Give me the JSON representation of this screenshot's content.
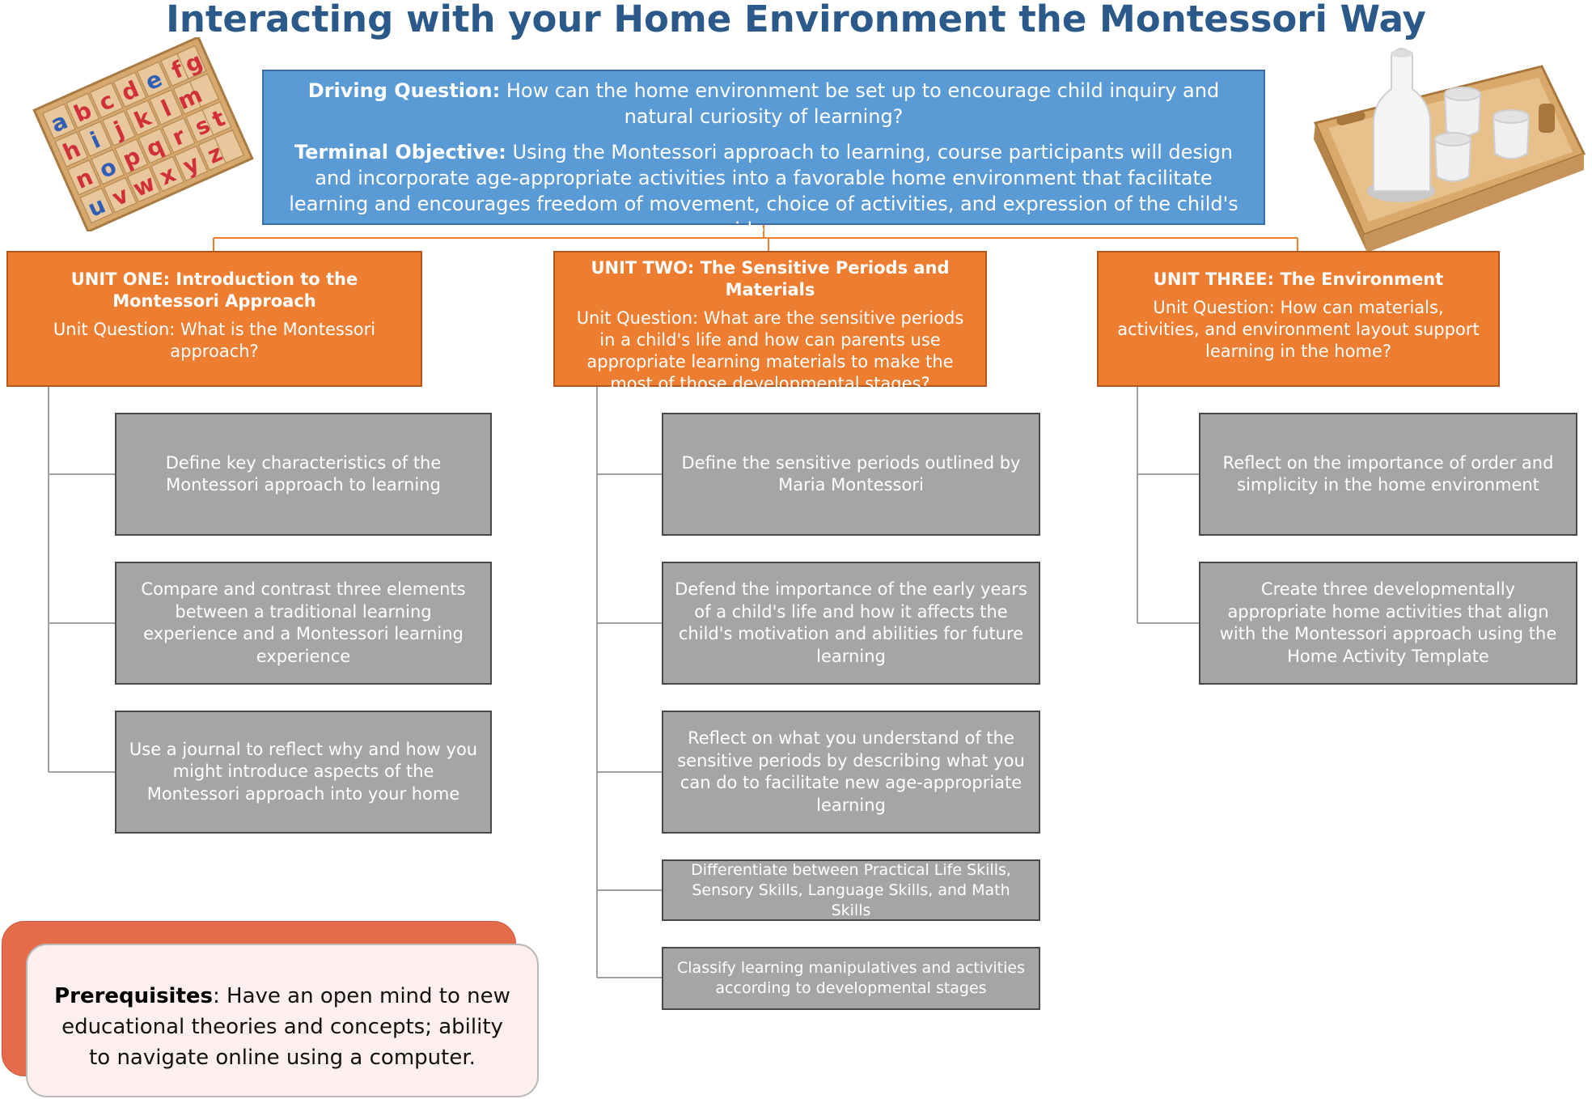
{
  "title": "Interacting with your Home Environment the Montessori Way",
  "driving_question": {
    "label": "Driving Question:",
    "text": " How can the home environment be set up to encourage child inquiry and natural curiosity of learning?"
  },
  "terminal_objective": {
    "label": "Terminal Objective:",
    "text": " Using the Montessori approach to learning, course participants will design and incorporate age-appropriate activities into a favorable home environment that facilitate learning and encourages freedom of movement, choice of activities, and expression of the child's ideas."
  },
  "units": [
    {
      "title": "UNIT ONE: Introduction to the Montessori Approach",
      "question": "Unit Question: What is the Montessori approach?",
      "objectives": [
        "Define key characteristics of the Montessori approach to learning",
        "Compare and contrast three elements between a traditional learning experience and a Montessori learning experience",
        "Use a journal to reflect why and how you might introduce aspects of the Montessori approach into your home"
      ]
    },
    {
      "title": "UNIT TWO: The Sensitive Periods and Materials",
      "question": "Unit Question: What are the sensitive periods in a child's life and how can parents use appropriate learning materials to make the most of those developmental stages?",
      "objectives": [
        "Define the sensitive periods outlined by Maria Montessori",
        "Defend the importance of the early years of a child's life and how it affects the child's motivation and abilities for future learning",
        "Reflect on what you understand of the sensitive periods by describing what you can do to facilitate new age-appropriate learning",
        "Differentiate between Practical Life Skills, Sensory Skills, Language Skills, and Math Skills",
        "Classify learning manipulatives and activities according to developmental stages"
      ]
    },
    {
      "title": "UNIT THREE: The Environment",
      "question": "Unit Question:  How can materials, activities, and environment layout support learning in the home?",
      "objectives": [
        "Reflect on the importance of order and simplicity in the home environment",
        "Create three developmentally appropriate home activities that align with the Montessori approach using the Home Activity Template"
      ]
    }
  ],
  "prerequisites": {
    "label": "Prerequisites",
    "text": ": Have an open mind to new educational theories and concepts; ability to navigate online using a computer."
  },
  "images": {
    "left": "wooden-box-of-letters",
    "right": "wooden-tray-with-pitcher-and-cups"
  },
  "colors": {
    "title": "#2b5a8a",
    "top_box": "#5b9bd5",
    "unit_box": "#ed7d31",
    "objective_box": "#a5a5a5",
    "prereq_back": "#e46c4b",
    "prereq_front": "#fcefed"
  }
}
